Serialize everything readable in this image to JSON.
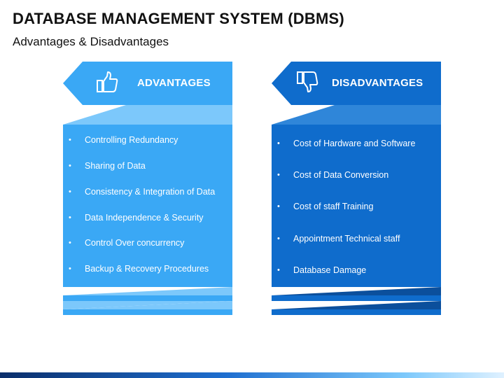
{
  "header": {
    "title": "DATABASE MANAGEMENT SYSTEM (DBMS)",
    "subtitle": "Advantages & Disadvantages"
  },
  "advantages": {
    "label": "ADVANTAGES",
    "icon": "thumbs-up-icon",
    "color": "#3aa8f5",
    "items": [
      "Controlling  Redundancy",
      "Sharing of Data",
      "Consistency  & Integration of Data",
      "Data Independence & Security",
      "Control Over concurrency",
      "Backup & Recovery Procedures"
    ]
  },
  "disadvantages": {
    "label": "DISADVANTAGES",
    "icon": "thumbs-down-icon",
    "color": "#0f6ccc",
    "items": [
      "Cost of Hardware and Software",
      "Cost  of Data Conversion",
      "Cost of staff Training",
      "Appointment  Technical staff",
      "Database Damage"
    ]
  },
  "colors": {
    "advantage_light": "#7cc8fb",
    "advantage_main": "#3aa8f5",
    "disadvantage_light": "#2f86d9",
    "disadvantage_main": "#0f6ccc",
    "disadvantage_dark": "#0b4f9c"
  }
}
